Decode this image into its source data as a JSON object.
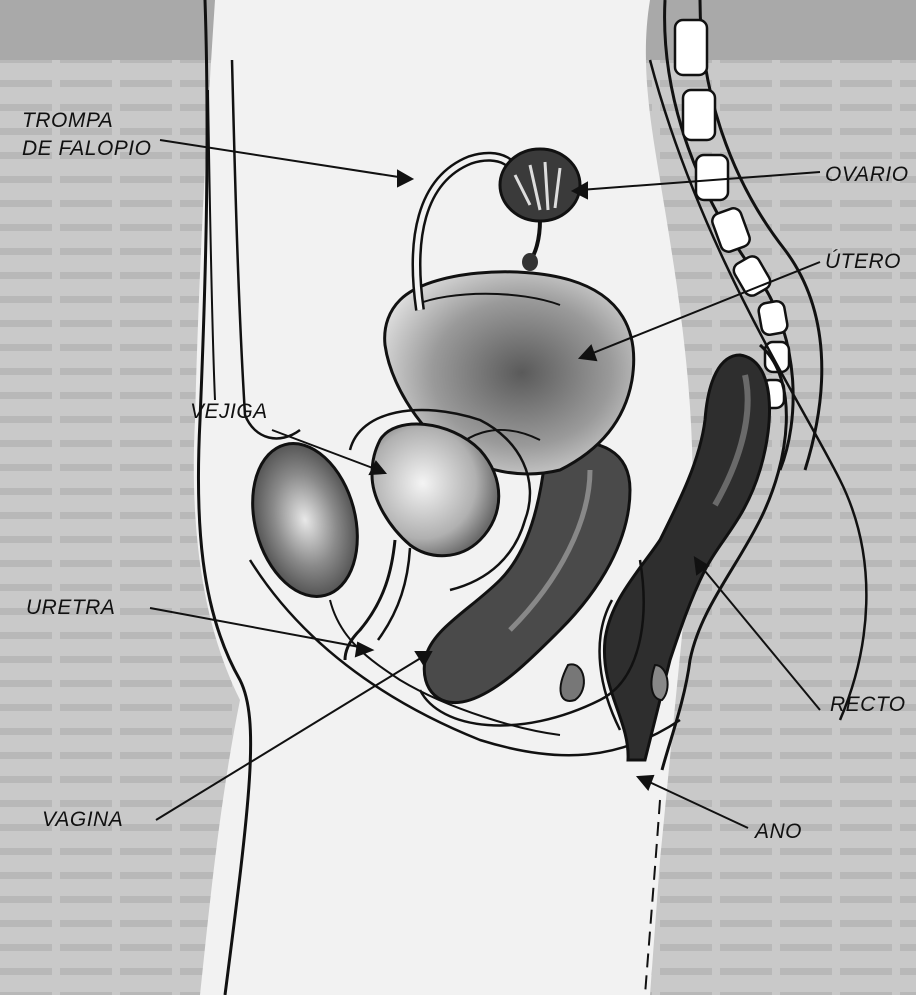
{
  "figure": {
    "labels": {
      "trompa_line1": "TROMPA",
      "trompa_line2": "DE FALOPIO",
      "ovario": "OVARIO",
      "utero": "ÚTERO",
      "vejiga": "VEJIGA",
      "uretra": "URETRA",
      "vagina": "VAGINA",
      "recto": "RECTO",
      "ano": "ANO"
    }
  },
  "colors": {
    "paper": "#c9c9c9",
    "ink": "#111111",
    "tissue_dark": "#2e2e2e",
    "tissue_mid": "#7a7a7a",
    "tissue_light": "#e4e4e4"
  }
}
